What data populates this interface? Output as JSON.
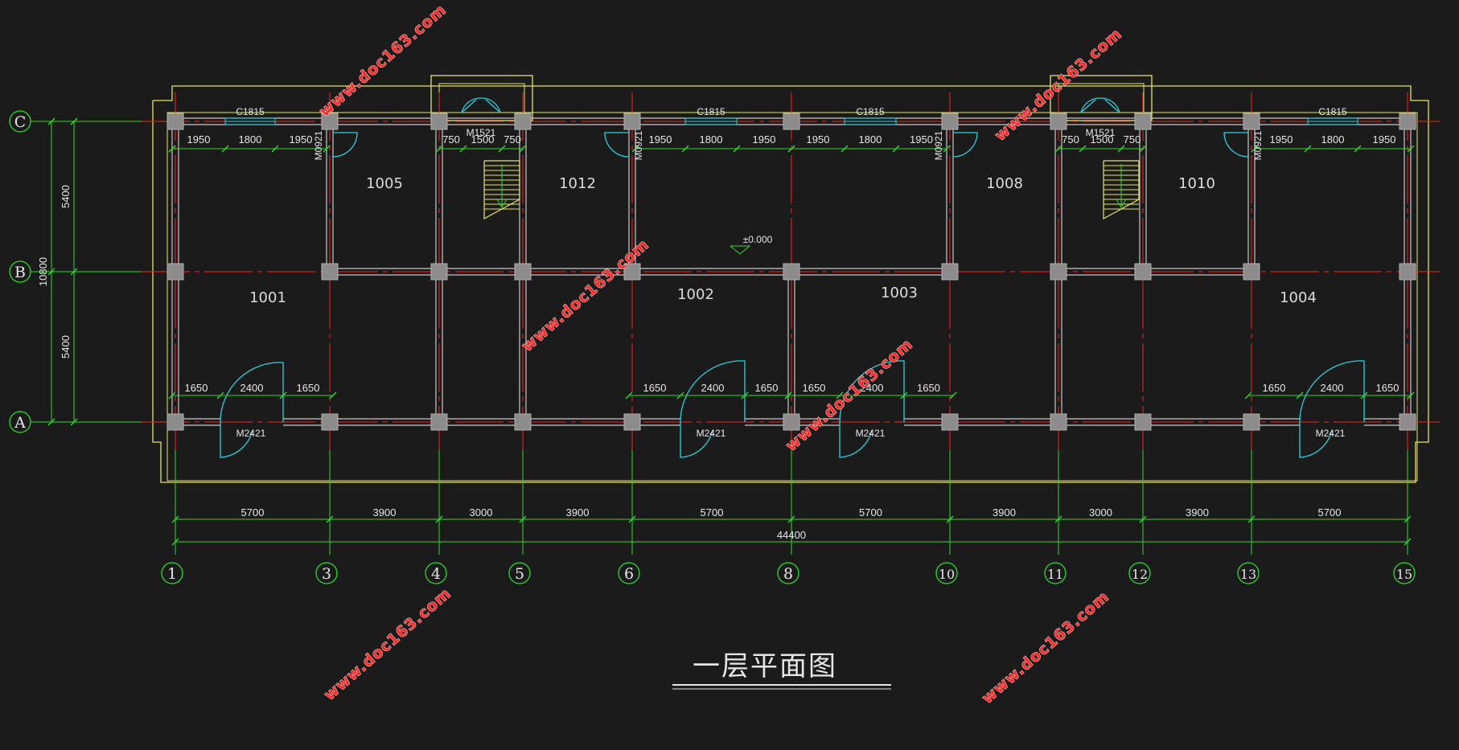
{
  "drawing": {
    "title": "一层平面图",
    "level_mark": "±0.000"
  },
  "grid_columns": [
    "1",
    "3",
    "4",
    "5",
    "6",
    "8",
    "10",
    "11",
    "12",
    "13",
    "15"
  ],
  "grid_rows": [
    "C",
    "B",
    "A"
  ],
  "bay_dimensions": [
    "5700",
    "3900",
    "3000",
    "3900",
    "5700",
    "5700",
    "3900",
    "3000",
    "3900",
    "5700"
  ],
  "overall_length": "44400",
  "overall_depth": "10800",
  "row_spacings": [
    "5400",
    "5400"
  ],
  "rooms": [
    "1005",
    "1012",
    "1008",
    "1010",
    "1001",
    "1002",
    "1003",
    "1004"
  ],
  "windows": {
    "top_window": "C1815"
  },
  "doors": {
    "entrance": "M1521",
    "room_door": "M0921",
    "hall_door": "M2421"
  },
  "top_segment_dims": {
    "room_window": [
      "1950",
      "1800",
      "1950"
    ],
    "stair": [
      "750",
      "1500",
      "750"
    ]
  },
  "bottom_segment_dims": [
    "1650",
    "2400",
    "1650"
  ],
  "watermark": "www.doc163.com",
  "colors": {
    "background": "#1b1b1c",
    "grid_axis": "#ff2020",
    "dimension": "#2bdc2b",
    "outline": "#e5e55a",
    "door": "#29d3dc",
    "wall": "#c8c8c8",
    "column": "#8c8c8c",
    "watermark": "#ff2a2a"
  }
}
